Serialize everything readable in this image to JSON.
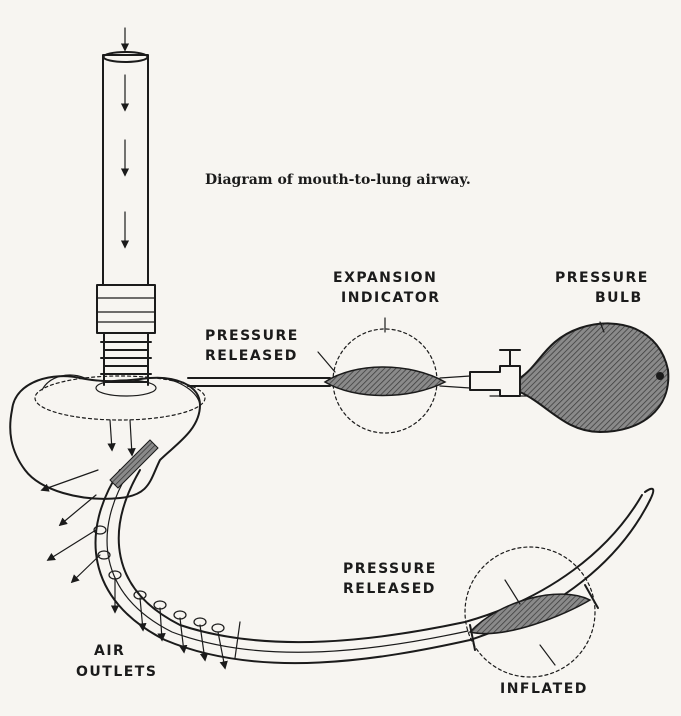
{
  "title": "Diagram of mouth-to-lung airway.",
  "labels": {
    "expansion_indicator": [
      "EXPANSION",
      "INDICATOR"
    ],
    "pressure_bulb": [
      "PRESSURE",
      "BULB"
    ],
    "pressure_released_top": [
      "PRESSURE",
      "RELEASED"
    ],
    "pressure_released_bottom": [
      "PRESSURE",
      "RELEASED"
    ],
    "air_outlets": [
      "AIR",
      "OUTLETS"
    ],
    "inflated": "INFLATED"
  }
}
